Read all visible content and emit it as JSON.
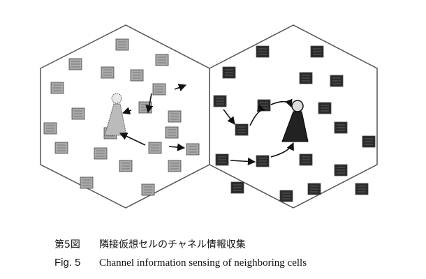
{
  "figure": {
    "caption_jp_number": "第5図",
    "caption_jp_text": "隣接仮想セルのチャネル情報収集",
    "caption_en_number": "Fig. 5",
    "caption_en_text": "Channel information sensing of neighboring cells",
    "colors": {
      "outline": "#555555",
      "left_cell_node": "#a8a8a8",
      "right_cell_node": "#2a2a2a",
      "arrow": "#111111"
    }
  }
}
